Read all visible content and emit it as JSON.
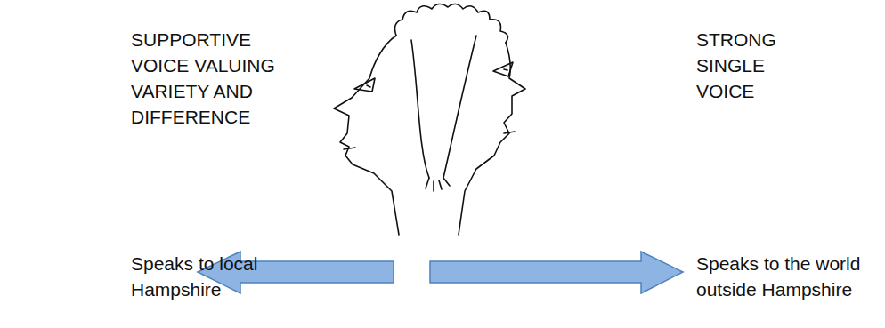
{
  "diagram": {
    "labels": [
      "SUPPORTIVE VOICE VALUING VARIETY AND DIFFERENCE",
      "STRONG SINGLE VOICE",
      "Speaks to local Hampshire",
      "Speaks to the world outside Hampshire"
    ]
  }
}
